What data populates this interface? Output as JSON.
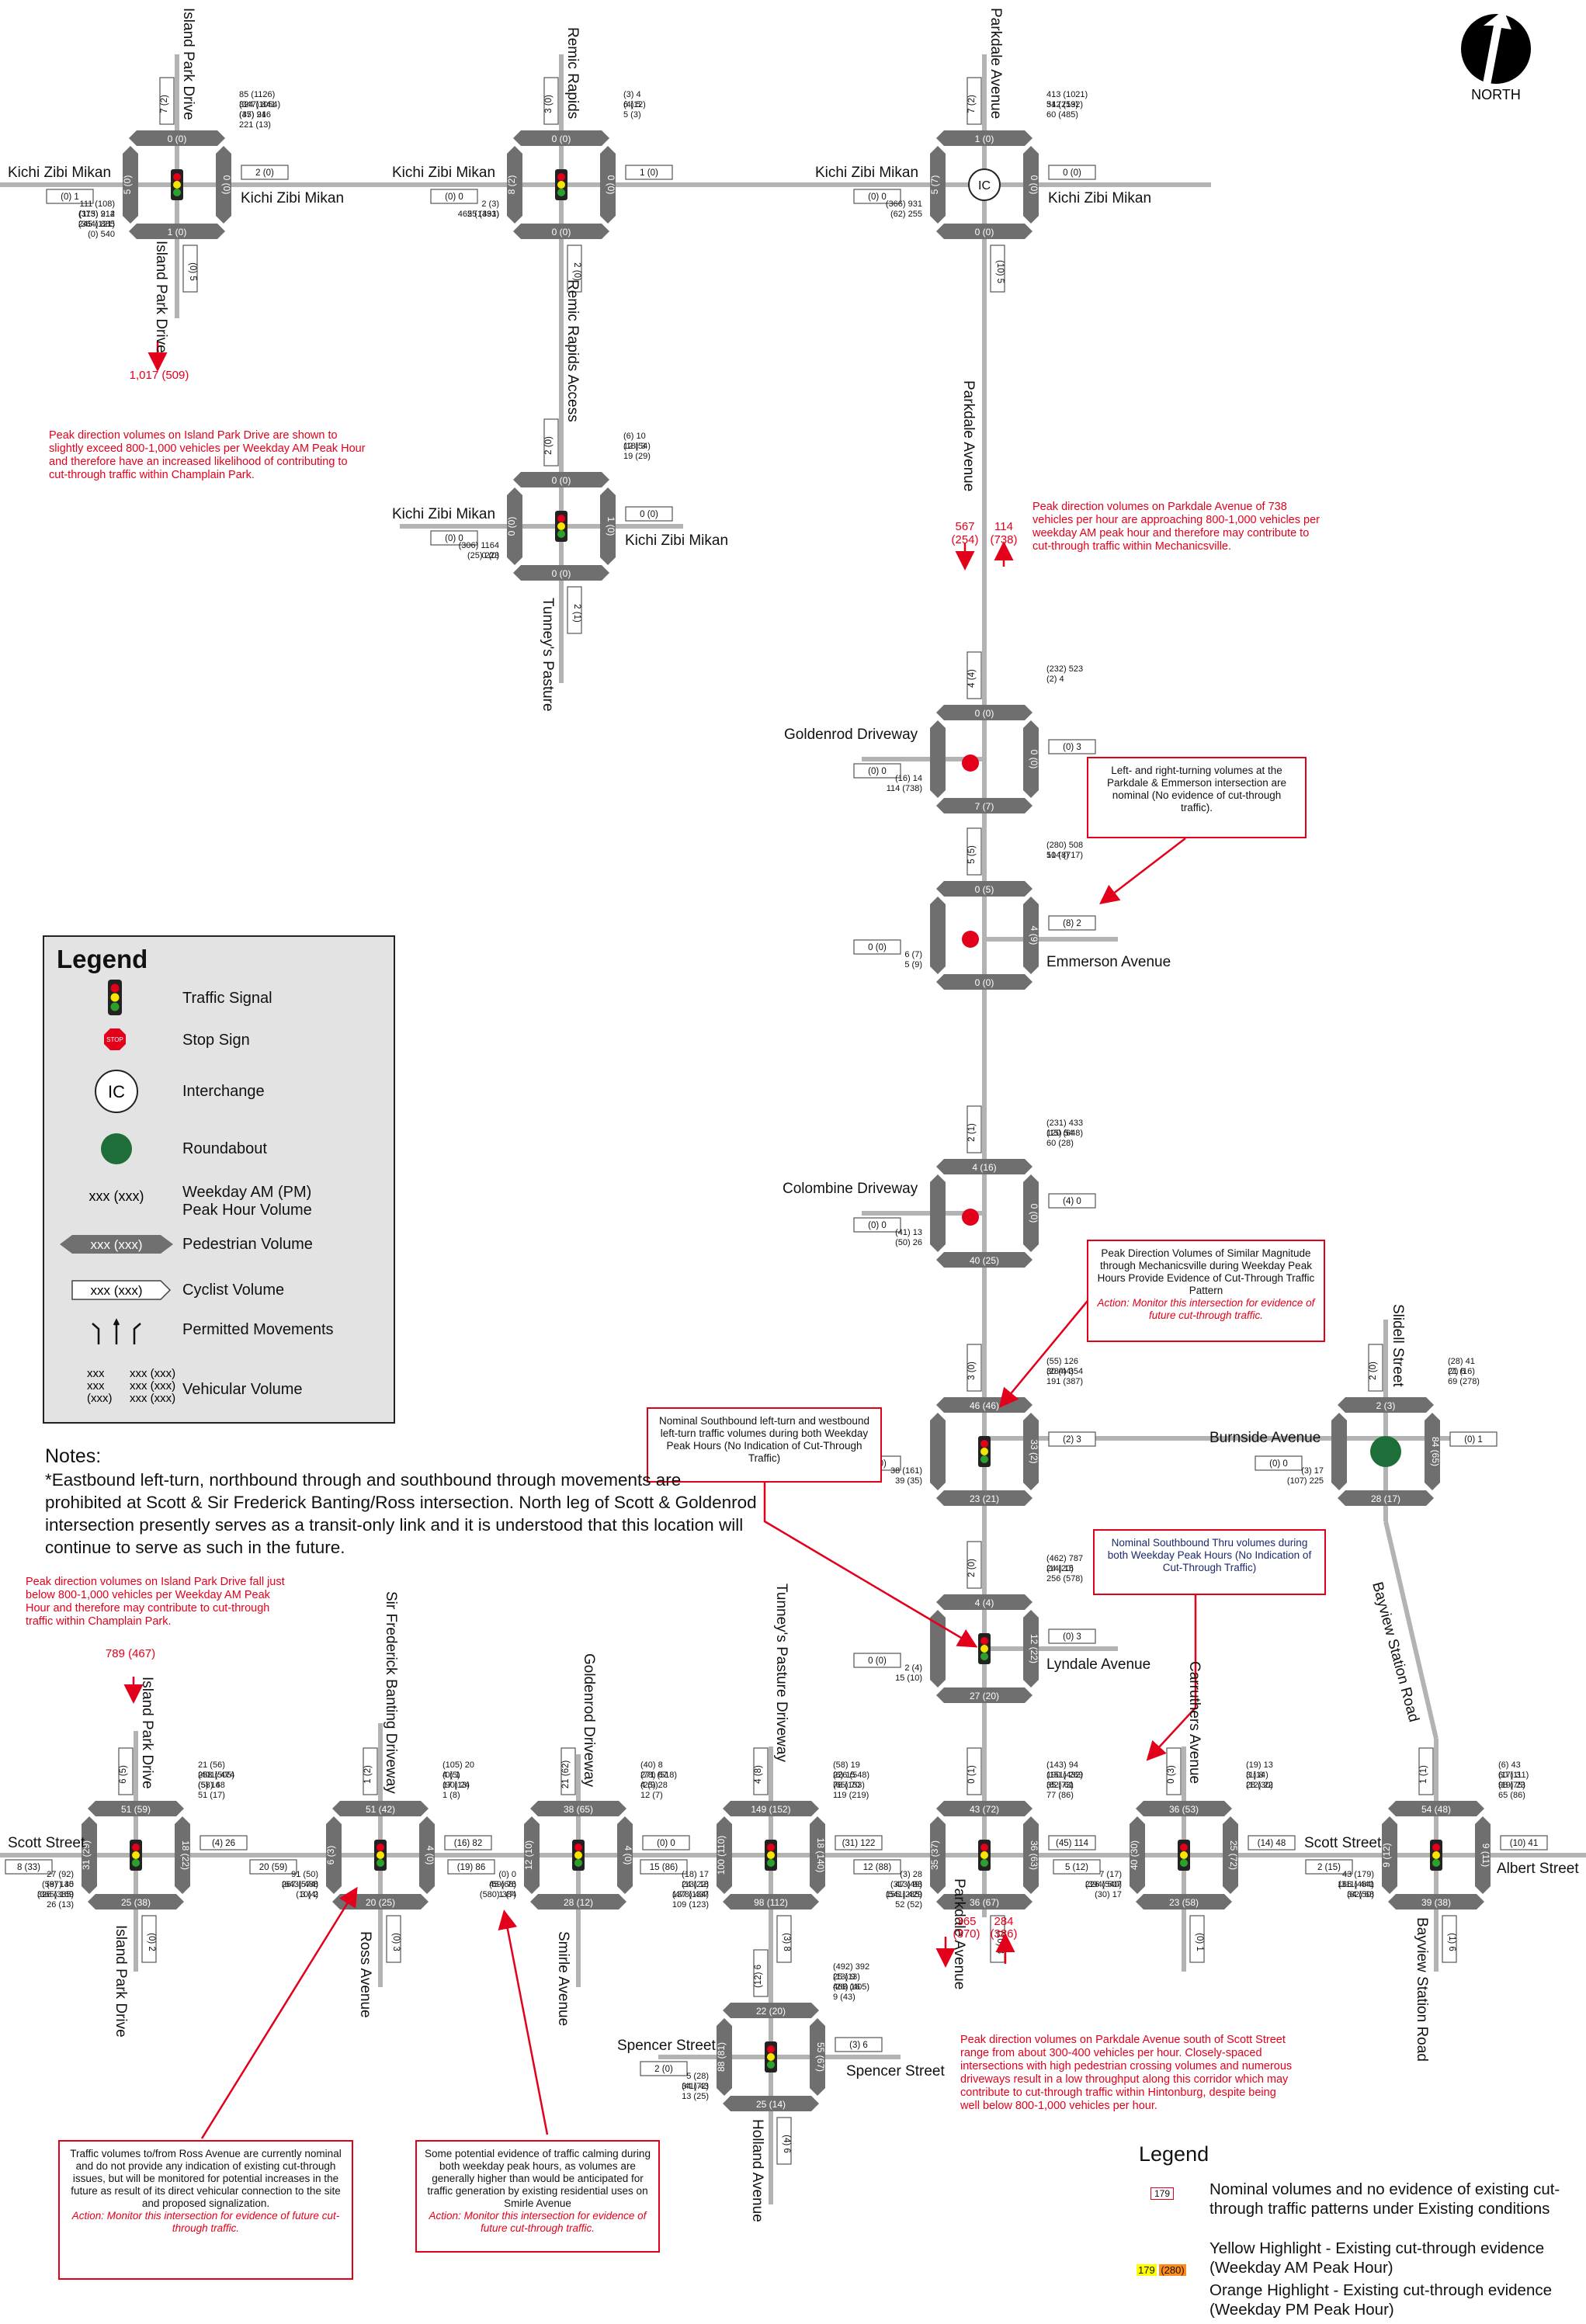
{
  "compass": {
    "label": "NORTH"
  },
  "legend": {
    "title": "Legend",
    "items": [
      {
        "key": "signal",
        "label": "Traffic Signal"
      },
      {
        "key": "stop",
        "label": "Stop Sign"
      },
      {
        "key": "ic",
        "label": "Interchange",
        "glyph": "IC"
      },
      {
        "key": "roundabout",
        "label": "Roundabout"
      },
      {
        "key": "volume",
        "label": "Weekday AM (PM) Peak Hour Volume",
        "glyph": "xxx (xxx)"
      },
      {
        "key": "ped",
        "label": "Pedestrian Volume",
        "glyph": "xxx (xxx)"
      },
      {
        "key": "cyc",
        "label": "Cyclist Volume",
        "glyph": "xxx (xxx)"
      },
      {
        "key": "perm",
        "label": "Permitted Movements"
      },
      {
        "key": "veh",
        "label": "Vehicular Volume",
        "glyph": "xxx (xxx)"
      }
    ]
  },
  "notes": {
    "title": "Notes:",
    "text": "*Eastbound left-turn, northbound through and southbound through movements are prohibited at Scott & Sir Frederick Banting/Ross intersection. North leg of Scott & Goldenrod intersection presently serves as a transit-only link and it is understood that this location will continue to serve as such in the future."
  },
  "legend2": {
    "title": "Legend",
    "rows": [
      {
        "swatch": "179",
        "text": "Nominal volumes and no evidence of existing cut-through traffic patterns under Existing conditions",
        "style": "red-box"
      },
      {
        "swatch": "",
        "text": "Yellow Highlight - Existing cut-through evidence (Weekday AM Peak Hour)",
        "style": "yellow"
      },
      {
        "swatch": "179 (280)",
        "text": "Orange Highlight - Existing cut-through evidence (Weekday PM Peak Hour)",
        "style": "orange"
      }
    ]
  },
  "notes_red": [
    "Peak direction volumes on Island Park Drive are shown to slightly exceed 800-1,000 vehicles per Weekday AM Peak Hour and therefore have an increased likelihood of contributing to cut-through traffic within Champlain Park.",
    "Peak direction volumes on Parkdale Avenue of 738 vehicles per hour are approaching 800-1,000 vehicles per weekday AM peak hour and therefore may contribute to cut-through traffic within Mechanicsville.",
    "Peak direction volumes on Island Park Drive fall just below 800-1,000 vehicles per Weekday AM Peak Hour and therefore may contribute to cut-through traffic within Champlain Park.",
    "Peak direction volumes on Parkdale Avenue south of Scott Street range from about 300-400 vehicles per hour. Closely-spaced intersections with high pedestrian crossing volumes and numerous driveways result in a low throughput along this corridor which may contribute to cut-through traffic within Hintonburg, despite being well below 800-1,000 vehicles per hour."
  ],
  "peak_labels": {
    "island_top": "1,017 (509)",
    "parkdale_sb": "567",
    "parkdale_sb_pm": "(254)",
    "parkdale_nb": "114",
    "parkdale_nb_pm": "(738)",
    "island_bottom": "789 (467)",
    "parkdale_s_sb": "365",
    "parkdale_s_sb_pm": "(370)",
    "parkdale_s_nb": "284",
    "parkdale_s_nb_pm": "(386)"
  },
  "callouts": [
    {
      "id": "emmerson",
      "text": "Left- and right-turning volumes at the Parkdale & Emmerson intersection are nominal (No evidence of cut-through traffic).",
      "action": ""
    },
    {
      "id": "mechanicsville",
      "text": "Peak Direction Volumes of Similar Magnitude through Mechanicsville during Weekday Peak Hours Provide Evidence of Cut-Through Traffic Pattern",
      "action": "Action: Monitor this intersection for evidence of future cut-through traffic."
    },
    {
      "id": "nominal_sb_left",
      "text": "Nominal Southbound left-turn and westbound left-turn traffic volumes during both Weekday Peak Hours (No Indication of Cut-Through Traffic)",
      "action": ""
    },
    {
      "id": "nominal_sb_thru",
      "text": "Nominal Southbound Thru volumes during both Weekday Peak Hours (No Indication of Cut-Through Traffic)",
      "action": ""
    },
    {
      "id": "ross",
      "text": "Traffic volumes to/from Ross Avenue are currently nominal and do not provide any indication of existing cut-through issues, but will be monitored for potential increases in the future as result of its direct vehicular connection to the site and proposed signalization.",
      "action": "Action: Monitor this intersection for evidence of future cut-through traffic."
    },
    {
      "id": "smirle",
      "text": "Some potential evidence of traffic calming during both weekday peak hours, as volumes are generally higher than would be anticipated for traffic generation by existing residential uses on Smirle Avenue",
      "action": "Action: Monitor this intersection for evidence of future cut-through traffic."
    }
  ],
  "streets": {
    "kzm1": "Kichi Zibi Mikan",
    "kzm2": "Kichi Zibi Mikan",
    "kzm3": "Kichi Zibi Mikan",
    "kzm4": "Kichi Zibi Mikan",
    "kzm5": "Kichi Zibi Mikan",
    "kzm6": "Kichi Zibi Mikan",
    "kzm7": "Kichi Zibi Mikan",
    "island_n": "Island Park Drive",
    "island_s": "Island Park Drive",
    "remic": "Remic Rapids",
    "remic_access": "Remic Rapids Access",
    "tunneys": "Tunney's Pasture",
    "parkdale_n": "Parkdale Avenue",
    "parkdale_mid": "Parkdale Avenue",
    "goldenrod_dw": "Goldenrod Driveway",
    "emmerson": "Emmerson Avenue",
    "colombine": "Colombine Driveway",
    "burnside": "Burnside Avenue",
    "slidell": "Slidell Street",
    "bayview": "Bayview Station Road",
    "lyndale": "Lyndale Avenue",
    "scott_w": "Scott Street",
    "scott_e": "Scott Street",
    "albert": "Albert Street",
    "island_n2": "Island Park Drive",
    "island_s2": "Island Park Drive",
    "banting": "Sir Frederick Banting Driveway",
    "ross": "Ross Avenue",
    "goldenrod2": "Goldenrod Driveway",
    "smirle": "Smirle Avenue",
    "tpd": "Tunney's Pasture Driveway",
    "holland": "Holland Avenue",
    "spencer_w": "Spencer Street",
    "spencer_e": "Spencer Street",
    "parkdale_s": "Parkdale Avenue",
    "carruthers": "Carruthers Avenue",
    "bayview_s": "Bayview Station Road"
  },
  "intersections": [
    {
      "id": "i1",
      "ped": [
        "0 (0)",
        "0 (0)",
        "1 (0)",
        "5 (0)"
      ],
      "cyc": [
        "7 (2)",
        "(0) 1",
        "2 (0)",
        "(0) 5"
      ],
      "vols": [
        "85 (1126)",
        "324 (1054)",
        "111 (108)",
        "(373) 212",
        "(347) 841",
        "(37) 21",
        "(115) 914",
        "(364) 885",
        "(45) 946",
        "221 (13)",
        "245 (121)",
        "(0) 540"
      ]
    },
    {
      "id": "i2",
      "ped": [
        "0 (0)",
        "0 (0)",
        "0 (0)",
        "8 (2)"
      ],
      "cyc": [
        "3 (0)",
        "(0) 0",
        "1 (0)",
        "2 (0)"
      ],
      "vols": [
        "(3) 4",
        "(4) 5",
        "2 (3)",
        "465 (1491)",
        "6 (12)",
        "5 (3)",
        "25 (333)"
      ]
    },
    {
      "id": "i3",
      "ped": [
        "1 (0)",
        "0 (0)",
        "0 (0)",
        "5 (7)"
      ],
      "cyc": [
        "7 (2)",
        "(0) 0",
        "0 (0)",
        "(10) 5"
      ],
      "vols": [
        "413 (1021)",
        "312 (192)",
        "(366) 931",
        "(62) 255",
        "54 (253)",
        "60 (485)"
      ]
    },
    {
      "id": "i4",
      "ped": [
        "0 (0)",
        "1 (0)",
        "0 (0)",
        "0 (0)"
      ],
      "cyc": [
        "2 (0)",
        "(0) 0",
        "0 (0)",
        "2 (1)"
      ],
      "vols": [
        "(6) 10",
        "(18) 3",
        "(306) 1164",
        "(25) 223",
        "12 (54)",
        "19 (29)",
        "0 (0)"
      ]
    },
    {
      "id": "i5",
      "ped": [
        "0 (0)",
        "0 (0)",
        "7 (7)"
      ],
      "cyc": [
        "4 (4)",
        "(0) 0",
        "(0) 3"
      ],
      "vols": [
        "(232) 523",
        "(2) 4",
        "(16) 14",
        "114 (738)"
      ]
    },
    {
      "id": "i6",
      "ped": [
        "0 (5)",
        "4 (9)",
        "0 (0)"
      ],
      "cyc": [
        "5 (5)",
        "0 (0)",
        "(8) 2"
      ],
      "vols": [
        "(280) 508",
        "51 (8)",
        "6 (7)",
        "5 (9)",
        "104 (717)"
      ]
    },
    {
      "id": "i7",
      "ped": [
        "4 (16)",
        "0 (0)",
        "40 (25)"
      ],
      "cyc": [
        "2 (1)",
        "(0) 0",
        "(4) 0"
      ],
      "vols": [
        "(231) 433",
        "(15) 54",
        "(41) 13",
        "(50) 26",
        "120 (648)",
        "60 (28)"
      ]
    },
    {
      "id": "i8",
      "ped": [
        "46 (46)",
        "33 (2)",
        "23 (21)"
      ],
      "cyc": [
        "3 (0)",
        "0 (0)",
        "(2) 3"
      ],
      "vols": [
        "(55) 126",
        "(284) 354",
        "38 (161)",
        "39 (35)",
        "30 (44)",
        "191 (387)"
      ]
    },
    {
      "id": "i9",
      "ped": [
        "2 (3)",
        "84 (65)",
        "28 (17)"
      ],
      "cyc": [
        "2 (0)",
        "(0) 0",
        "(0) 1"
      ],
      "vols": [
        "(28) 41",
        "(7) 6",
        "(3) 17",
        "(107) 225",
        "21 (16)",
        "69 (278)"
      ]
    },
    {
      "id": "i10",
      "ped": [
        "4 (4)",
        "12 (22)",
        "27 (20)"
      ],
      "cyc": [
        "2 (0)",
        "0 (0)",
        "(0) 3"
      ],
      "vols": [
        "(462) 787",
        "(14) 15",
        "2 (4)",
        "15 (10)",
        "24 (20)",
        "256 (578)"
      ]
    },
    {
      "id": "i11",
      "ped": [
        "51 (59)",
        "18 (22)",
        "25 (38)",
        "31 (29)"
      ],
      "cyc": [
        "6 (5)",
        "8 (33)",
        "(4) 26",
        "(0) 2"
      ],
      "vols": [
        "21 (56)",
        "258 (505)",
        "27 (92)",
        "(59) 130",
        "(401) 474",
        "(58) 48",
        "(87) 45",
        "(365) 169",
        "(5) 16",
        "51 (17)",
        "326 (385)",
        "26 (13)"
      ]
    },
    {
      "id": "i12",
      "ped": [
        "51 (42)",
        "4 (0)",
        "20 (25)",
        "6 (3)"
      ],
      "cyc": [
        "1 (2)",
        "20 (59)",
        "(16) 82",
        "(0) 3"
      ],
      "vols": [
        "(105) 20",
        "(0) 1",
        "91 (50)",
        "267 (574)",
        "4 (5)",
        "(90) 24",
        "(643) 488",
        "(10) 2",
        "17 (13)",
        "1 (8)",
        "3 (4)"
      ]
    },
    {
      "id": "i13",
      "ped": [
        "38 (65)",
        "4 (0)",
        "28 (12)",
        "12 (10)"
      ],
      "cyc": [
        "21 (62)",
        "(19) 86",
        "(0) 0"
      ],
      "vols": [
        "(40) 8",
        "(78) 67",
        "(0) 0",
        "45 (68)",
        "271 (518)",
        "4 (9)",
        "(59) 76",
        "(580) 384",
        "(25) 28",
        "12 (7)",
        "1 (7)"
      ]
    },
    {
      "id": "i14",
      "ped": [
        "149 (152)",
        "18 (140)",
        "98 (112)",
        "100 (110)"
      ],
      "cyc": [
        "4 (8)",
        "15 (86)",
        "(31) 122",
        "(3) 8"
      ],
      "vols": [
        "(58) 19",
        "(6) 15",
        "(18) 17",
        "24 (22)",
        "226 (548)",
        "78 (153)",
        "(13) 18",
        "(478) 437",
        "(65) 70",
        "119 (219)",
        "137 (134)",
        "109 (123)"
      ]
    },
    {
      "id": "i15",
      "ped": [
        "22 (20)",
        "55 (67)",
        "25 (14)",
        "88 (81)"
      ],
      "cyc": [
        "(12) 6",
        "2 (0)",
        "(3) 6",
        "(4) 6"
      ],
      "vols": [
        "(492) 392",
        "25 (13)",
        "5 (28)",
        "34 (72)",
        "(13) 9",
        "(26) 16",
        "(41) 43",
        "13 (25)",
        "468 (405)",
        "9 (43)"
      ]
    },
    {
      "id": "i16",
      "ped": [
        "43 (72)",
        "36 (63)",
        "36 (67)",
        "35 (37)"
      ],
      "cyc": [
        "0 (1)",
        "12 (88)",
        "(45) 114",
        "(10) 3"
      ],
      "vols": [
        "(143) 94",
        "(151) 269",
        "(3) 28",
        "47 (49)",
        "190 (432)",
        "35 (73)",
        "(313) 93",
        "(541) 429",
        "(82) 61",
        "77 (86)",
        "155 (285)",
        "52 (52)"
      ]
    },
    {
      "id": "i17",
      "ped": [
        "36 (53)",
        "25 (72)",
        "23 (58)",
        "40 (30)"
      ],
      "cyc": [
        "0 (3)",
        "5 (12)",
        "(14) 48",
        "(0) 1"
      ],
      "vols": [
        "(19) 13",
        "(1) 8",
        "7 (17)",
        "226 (540)",
        "3 (14)",
        "(12) 22",
        "(394) 507",
        "(30) 17",
        "28 (30)"
      ]
    },
    {
      "id": "i18",
      "ped": [
        "54 (48)",
        "9 (11)",
        "39 (38)",
        "9 (12)"
      ],
      "cyc": [
        "1 (1)",
        "2 (15)",
        "(10) 41",
        "(1) 6"
      ],
      "vols": [
        "(6) 43",
        "(17) 3",
        "43 (179)",
        "166 (484)",
        "60 (111)",
        "(19) 23",
        "(311) 441",
        "(82) 68",
        "98 (75)",
        "65 (86)",
        "34 (50)"
      ]
    }
  ]
}
